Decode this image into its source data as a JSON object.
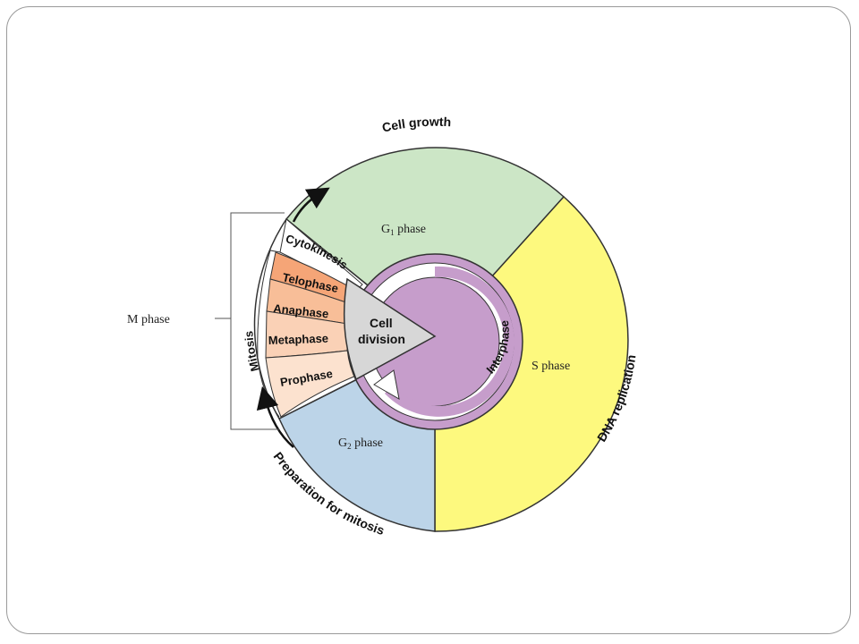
{
  "labels": {
    "m_phase": "M phase",
    "g1_letter": "G",
    "g1_sub": "1",
    "g1_rest": " phase",
    "s_phase": "S phase",
    "g2_letter": "G",
    "g2_sub": "2",
    "g2_rest": "  phase",
    "cell_growth": "Cell growth",
    "dna_replication": "DNA replication",
    "preparation": "Preparation for mitosis",
    "interphase": "Interphase",
    "cell": "Cell",
    "division": "division",
    "mitosis": "Mitosis",
    "cytokinesis": "Cytokinesis",
    "telophase": "Telophase",
    "anaphase": "Anaphase",
    "metaphase": "Metaphase",
    "prophase": "Prophase"
  },
  "colors": {
    "g1": "#cce6c6",
    "s": "#fdf97e",
    "g2": "#bcd4e8",
    "interphase_ring": "#c69dcb",
    "telophase": "#f5a577",
    "anaphase": "#f8be98",
    "metaphase": "#fad1b6",
    "prophase": "#fce2cf",
    "cell_division": "#d7d7d7"
  }
}
